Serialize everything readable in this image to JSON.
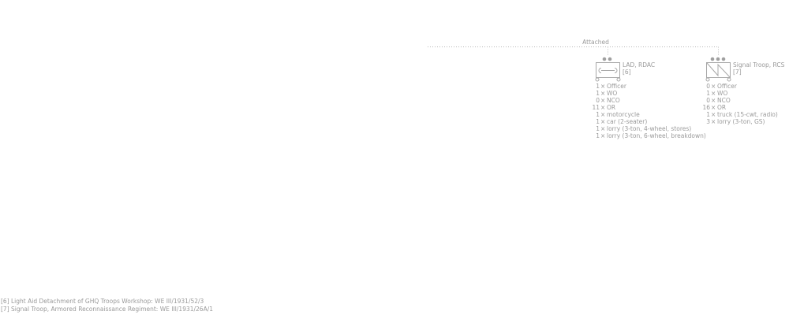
{
  "attached_label": "Attached",
  "units": [
    {
      "symbol": "repair",
      "name_line1": "LAD, RDAC",
      "name_line2": "[6]",
      "personnel": [
        {
          "count": "1",
          "role": "Officer"
        },
        {
          "count": "1",
          "role": "WO"
        },
        {
          "count": "0",
          "role": "NCO"
        },
        {
          "count": "11",
          "role": "OR"
        }
      ],
      "vehicles": [
        {
          "count": "1",
          "type": "motorcycle"
        },
        {
          "count": "1",
          "type": "car (2-seater)"
        },
        {
          "count": "1",
          "type": "lorry (3-ton, 4-wheel, stores)"
        },
        {
          "count": "1",
          "type": "lorry (3-ton, 6-wheel, breakdown)"
        }
      ]
    },
    {
      "symbol": "signal",
      "name_line1": "Signal Troop, RCS",
      "name_line2": "[7]",
      "personnel": [
        {
          "count": "0",
          "role": "Officer"
        },
        {
          "count": "1",
          "role": "WO"
        },
        {
          "count": "0",
          "role": "NCO"
        },
        {
          "count": "16",
          "role": "OR"
        }
      ],
      "vehicles": [
        {
          "count": "1",
          "type": "truck (15-cwt, radio)"
        },
        {
          "count": "3",
          "type": "lorry (3-ton, GS)"
        }
      ]
    }
  ],
  "footnotes": [
    "[6] Light Aid Detachment of GHQ Troops Workshop: WE III/1931/52/3",
    "[7] Signal Troop, Armored Reconnaissance Regiment: WE III/1931/26A/1"
  ],
  "colors": {
    "text": "#9a9a9a",
    "line": "#a8a8a8"
  }
}
